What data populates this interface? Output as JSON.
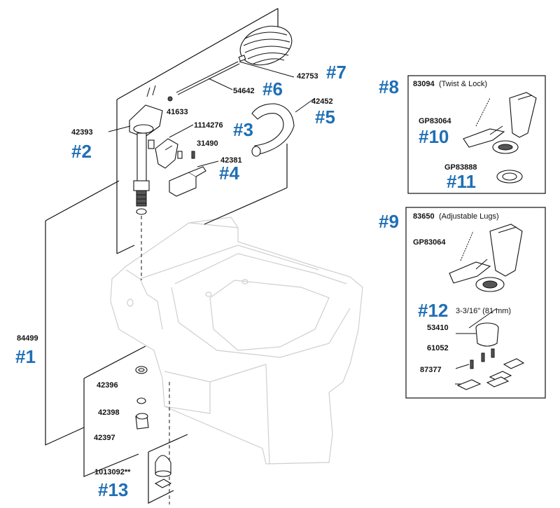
{
  "parts": {
    "p1": {
      "number": "84499",
      "ref": "#1"
    },
    "p2": {
      "number": "42393",
      "ref": "#2"
    },
    "p3": {
      "number": "1114276",
      "ref": "#3"
    },
    "p4": {
      "number": "42381",
      "ref": "#4"
    },
    "p5": {
      "number": "42452",
      "ref": "#5"
    },
    "p6": {
      "number": "54642",
      "ref": "#6"
    },
    "p7": {
      "number": "42753",
      "ref": "#7"
    },
    "p8": {
      "number": "83094",
      "note": "(Twist & Lock)",
      "ref": "#8"
    },
    "p9": {
      "number": "83650",
      "note": "(Adjustable Lugs)",
      "ref": "#9"
    },
    "p10": {
      "number": "GP83064",
      "ref": "#10"
    },
    "p10b": {
      "number": "GP83064"
    },
    "p11": {
      "number": "GP83888",
      "ref": "#11"
    },
    "p12": {
      "note": "3-3/16\" (81 mm)",
      "ref": "#12"
    },
    "p13": {
      "number": "1013092**",
      "ref": "#13"
    },
    "s41633": {
      "number": "41633"
    },
    "s31490": {
      "number": "31490"
    },
    "s42396": {
      "number": "42396"
    },
    "s42398": {
      "number": "42398"
    },
    "s42397": {
      "number": "42397"
    },
    "s53410": {
      "number": "53410"
    },
    "s61052": {
      "number": "61052"
    },
    "s87377": {
      "number": "87377"
    }
  },
  "colors": {
    "ref_blue": "#1f6fb5",
    "ink": "#111111",
    "ghost": "#cfcfcf"
  }
}
